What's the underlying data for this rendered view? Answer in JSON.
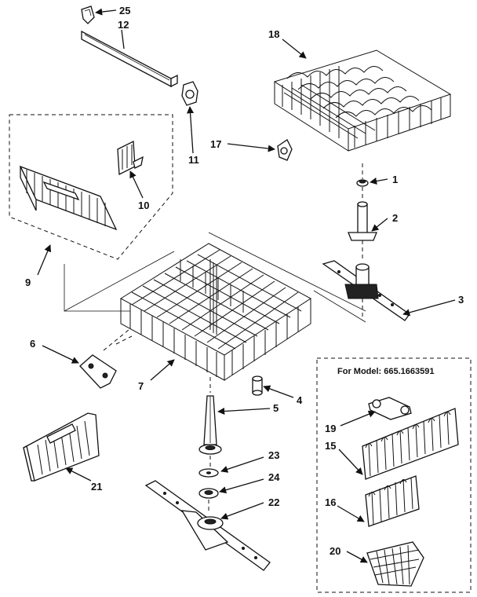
{
  "callouts": {
    "p1": "1",
    "p2": "2",
    "p3": "3",
    "p4": "4",
    "p5": "5",
    "p6": "6",
    "p7": "7",
    "p9": "9",
    "p10": "10",
    "p11": "11",
    "p12": "12",
    "p15": "15",
    "p16": "16",
    "p17": "17",
    "p18": "18",
    "p19": "19",
    "p20": "20",
    "p21": "21",
    "p22": "22",
    "p23": "23",
    "p24": "24",
    "p25": "25"
  },
  "model_box": {
    "title": "For Model: 665.1663591"
  }
}
